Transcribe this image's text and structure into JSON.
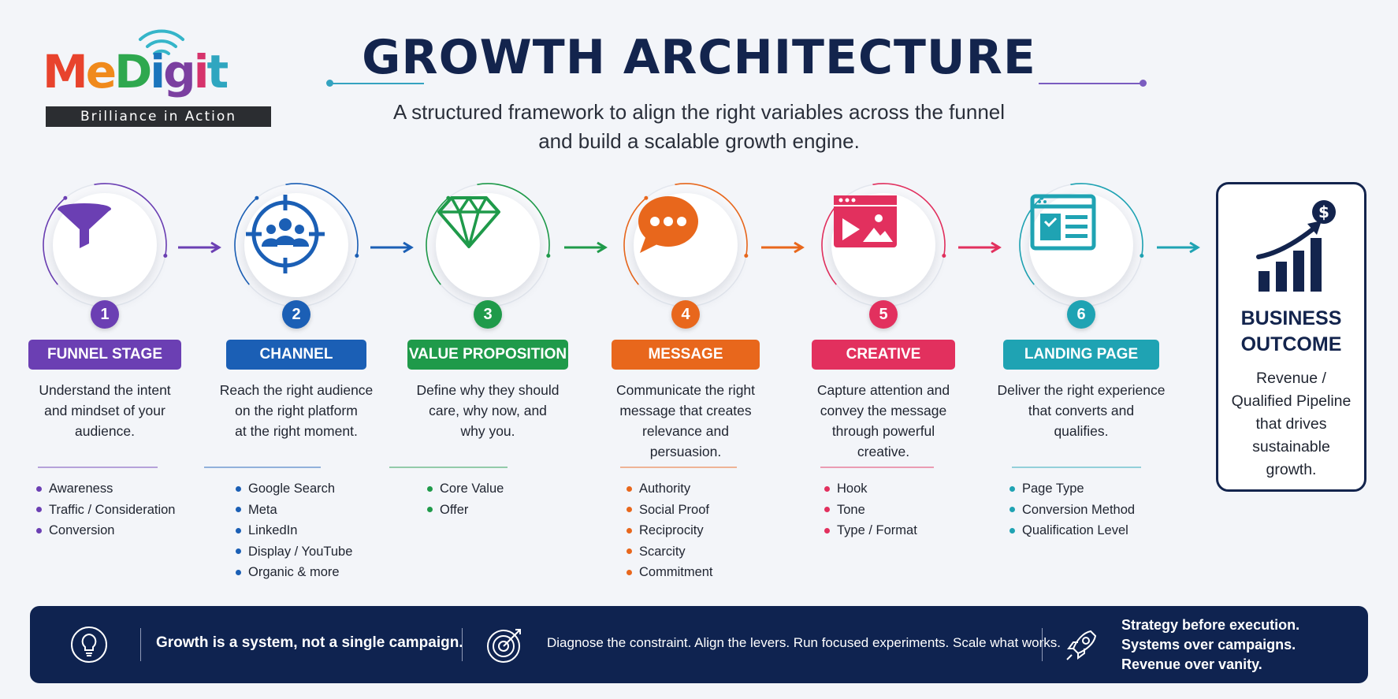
{
  "logo": {
    "name": "MeDigit",
    "tagline": "Brilliance in Action",
    "letters": [
      {
        "ch": "M",
        "color": "#e8432d"
      },
      {
        "ch": "e",
        "color": "#f08a1c"
      },
      {
        "ch": "D",
        "color": "#2fa84f"
      },
      {
        "ch": "i",
        "color": "#1b75bc"
      },
      {
        "ch": "g",
        "color": "#7b3fa0"
      },
      {
        "ch": "i",
        "color": "#d6336c"
      },
      {
        "ch": "t",
        "color": "#2fa6c0"
      }
    ]
  },
  "header": {
    "title": "GROWTH ARCHITECTURE",
    "subtitle_line1": "A structured framework to align the right variables across the funnel",
    "subtitle_line2": "and build a scalable growth engine."
  },
  "steps": [
    {
      "number": "1",
      "label": "FUNNEL STAGE",
      "color": "#6b3fb3",
      "icon": "funnel-icon",
      "desc_lines": [
        "Understand the intent",
        "and mindset of your",
        "audience."
      ],
      "bullets": [
        "Awareness",
        "Traffic / Consideration",
        "Conversion"
      ]
    },
    {
      "number": "2",
      "label": "CHANNEL",
      "color": "#1b5fb5",
      "icon": "audience-target-icon",
      "desc_lines": [
        "Reach the right audience",
        "on the right platform",
        "at the right moment."
      ],
      "bullets": [
        "Google Search",
        "Meta",
        "LinkedIn",
        "Display / YouTube",
        "Organic & more"
      ]
    },
    {
      "number": "3",
      "label": "VALUE PROPOSITION",
      "color": "#1f9a4a",
      "icon": "diamond-icon",
      "desc_lines": [
        "Define why they should",
        "care, why now, and",
        "why you."
      ],
      "bullets": [
        "Core Value",
        "Offer"
      ]
    },
    {
      "number": "4",
      "label": "MESSAGE",
      "color": "#e8671c",
      "icon": "chat-bubble-icon",
      "desc_lines": [
        "Communicate the right",
        "message that creates",
        "relevance and",
        "persuasion."
      ],
      "bullets": [
        "Authority",
        "Social Proof",
        "Reciprocity",
        "Scarcity",
        "Commitment"
      ]
    },
    {
      "number": "5",
      "label": "CREATIVE",
      "color": "#e2305e",
      "icon": "media-creative-icon",
      "desc_lines": [
        "Capture attention and",
        "convey the message",
        "through powerful",
        "creative."
      ],
      "bullets": [
        "Hook",
        "Tone",
        "Type / Format"
      ]
    },
    {
      "number": "6",
      "label": "LANDING PAGE",
      "color": "#1fa3b3",
      "icon": "webpage-icon",
      "desc_lines": [
        "Deliver the right experience",
        "that converts and",
        "qualifies."
      ],
      "bullets": [
        "Page Type",
        "Conversion Method",
        "Qualification Level"
      ]
    }
  ],
  "outcome": {
    "title_line1": "BUSINESS",
    "title_line2": "OUTCOME",
    "text_lines": [
      "Revenue /",
      "Qualified Pipeline",
      "that drives",
      "sustainable",
      "growth."
    ],
    "icon": "growth-chart-icon"
  },
  "footer": {
    "item1": "Growth is a system, not a single campaign.",
    "item2": "Diagnose the constraint. Align the levers. Run focused experiments. Scale what works.",
    "item3_lines": [
      "Strategy before execution.",
      "Systems over campaigns.",
      "Revenue over vanity."
    ],
    "icons": [
      "lightbulb-icon",
      "target-icon",
      "rocket-icon"
    ]
  }
}
